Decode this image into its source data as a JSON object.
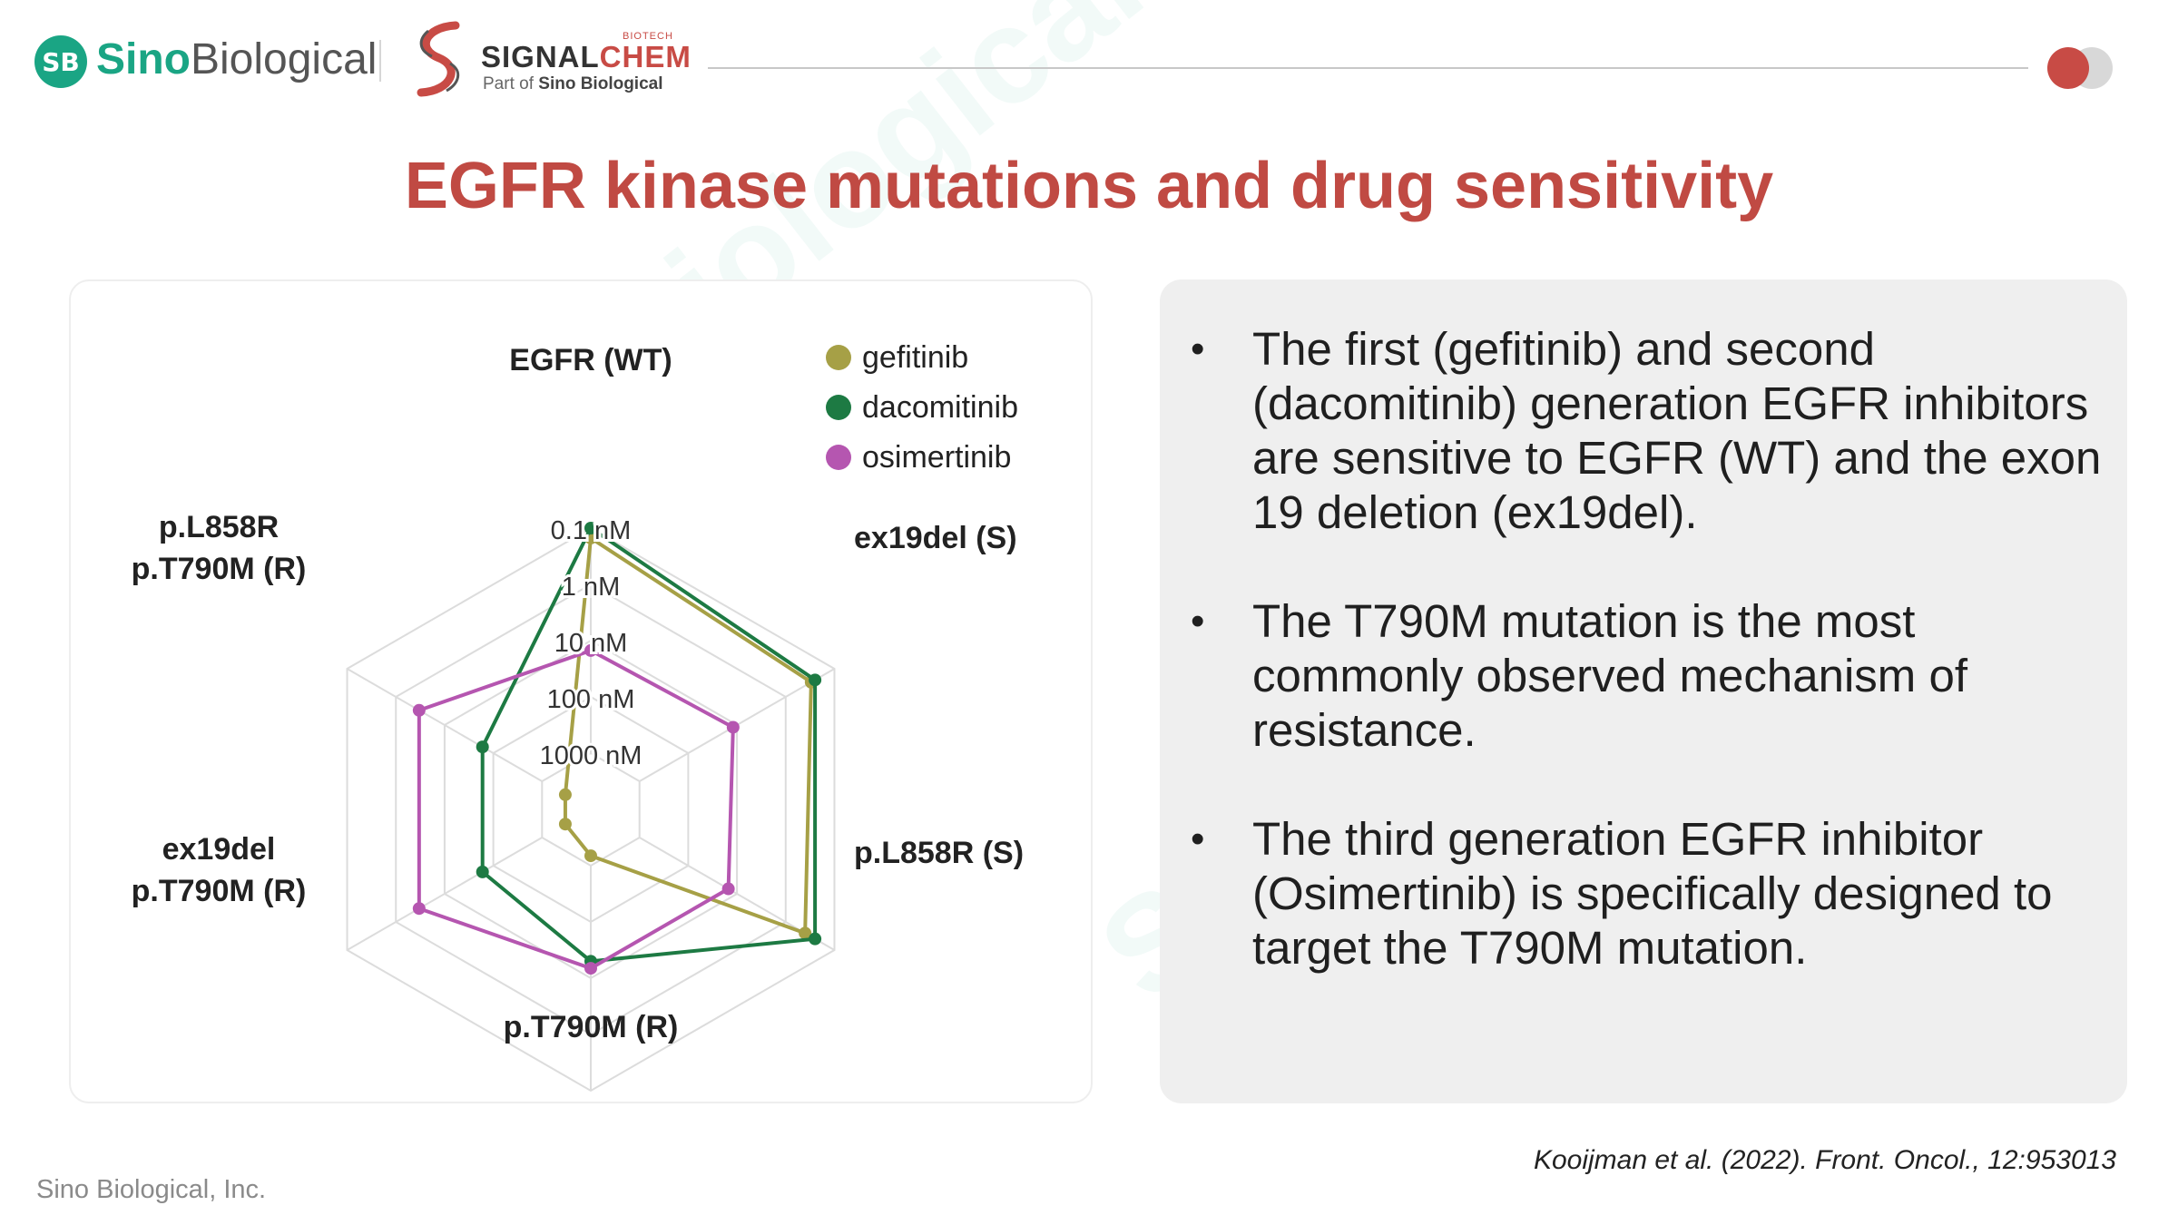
{
  "header": {
    "logo_badge": "SB",
    "logo_sino": "Sino",
    "logo_biological": "Biological",
    "signalchem_biotech": "BIOTECH",
    "signalchem_signal": "SIGNAL",
    "signalchem_chem": "CHEM",
    "signalchem_part_of": "Part of",
    "signalchem_parent": "Sino Biological"
  },
  "title": "EGFR kinase mutations and drug sensitivity",
  "chart_data": {
    "type": "radar",
    "axes": [
      "EGFR (WT)",
      "ex19del (S)",
      "p.L858R (S)",
      "p.T790M (R)",
      "ex19del\np.T790M (R)",
      "p.L858R\np.T790M (R)"
    ],
    "axis_labels": [
      {
        "lines": [
          "EGFR (WT)"
        ]
      },
      {
        "lines": [
          "ex19del (S)"
        ]
      },
      {
        "lines": [
          "p.L858R (S)"
        ]
      },
      {
        "lines": [
          "p.T790M (R)"
        ]
      },
      {
        "lines": [
          "ex19del",
          "p.T790M (R)"
        ]
      },
      {
        "lines": [
          "p.L858R",
          "p.T790M (R)"
        ]
      }
    ],
    "scale": "log",
    "unit": "nM",
    "rings": [
      1000,
      100,
      10,
      1,
      0.1
    ],
    "ring_labels": [
      "1000 nM",
      "100 nM",
      "10 nM",
      "1 nM",
      "0.1 nM"
    ],
    "series": [
      {
        "name": "gefitinib",
        "color": "#a6a046",
        "values": [
          0.15,
          0.3,
          0.4,
          1500,
          3000,
          3000
        ]
      },
      {
        "name": "dacomitinib",
        "color": "#1d7a43",
        "values": [
          0.1,
          0.25,
          0.25,
          20,
          60,
          60
        ]
      },
      {
        "name": "osimertinib",
        "color": "#b556b0",
        "values": [
          15,
          12,
          15,
          15,
          3,
          3
        ]
      }
    ],
    "legend_position": "top-right"
  },
  "bullets": [
    "The first (gefitinib) and second (dacomitinib) generation EGFR inhibitors are sensitive to EGFR (WT) and the exon 19 deletion (ex19del).",
    "The T790M mutation is the most commonly observed mechanism of resistance.",
    "The third generation EGFR inhibitor (Osimertinib) is specifically designed to target the T790M mutation."
  ],
  "bullet_symbol": "•",
  "footer": {
    "company": "Sino Biological, Inc.",
    "citation": "Kooijman et al. (2022). Front. Oncol., 12:953013"
  },
  "watermark_text": "Sino Biological"
}
